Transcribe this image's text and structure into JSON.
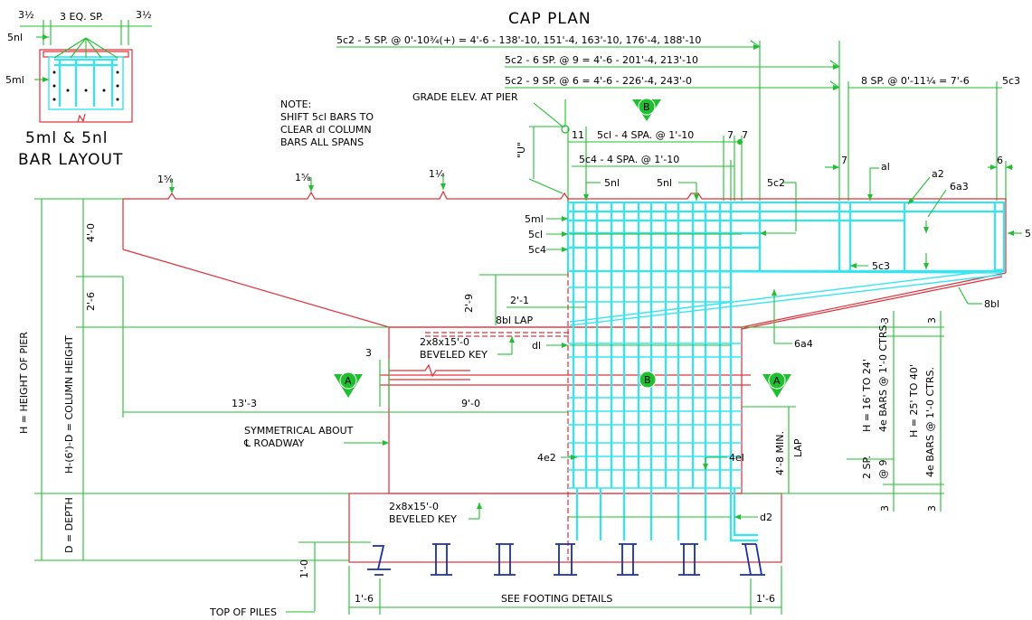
{
  "titles": {
    "cap_plan": "CAP PLAN",
    "layout_line1": "5ml & 5nl",
    "layout_line2": "BAR LAYOUT"
  },
  "detail": {
    "left_dim": "3½",
    "mid_dim": "3 EQ. SP.",
    "right_dim": "3½",
    "bar_5nl": "5nl",
    "bar_5ml": "5ml"
  },
  "notes": {
    "line1": "NOTE:",
    "line2": "SHIFT 5cl BARS TO",
    "line3": "CLEAR dl COLUMN",
    "line4": "BARS ALL SPANS"
  },
  "spacing": {
    "row1": "5c2 - 5 SP. @ 0'-10¾(+) = 4'-6 - 138'-10, 151'-4, 163'-10, 176'-4, 188'-10",
    "row2": "5c2 - 6 SP. @ 9 = 4'-6 - 201'-4, 213'-10",
    "row3": "5c2 - 9 SP. @ 6 = 4'-6 - 226'-4, 243'-0",
    "row4": "8 SP. @ 0'-11¼ = 7'-6",
    "row4_bar": "5c3",
    "cl_row": "5cl - 4 SPA. @ 1'-10",
    "c4_row": "5c4 - 4 SPA. @ 1'-10",
    "dim_11": "11",
    "dim_7a": "7",
    "dim_7b": "7",
    "dim_7c": "7",
    "dim_6": "6",
    "dim_5": "5",
    "dim_u": "\"U\""
  },
  "labels": {
    "grade_elev": "GRADE ELEV. AT PIER",
    "section_b": "B",
    "section_a": "A",
    "slope1": "1⅝",
    "slope2": "1⅝",
    "slope3": "1¼",
    "bars": {
      "5nl_a": "5nl",
      "5nl_b": "5nl",
      "5c2": "5c2",
      "al": "al",
      "a2": "a2",
      "6a3": "6a3",
      "5ml": "5ml",
      "5cl": "5cl",
      "5c4": "5c4",
      "5c3": "5c3",
      "8bl": "8bl",
      "6a4": "6a4",
      "dl": "dl",
      "4e2": "4e2",
      "4el": "4el",
      "d2": "d2"
    },
    "dims": {
      "h4_0": "4'-0",
      "h2_6": "2'-6",
      "h2_9": "2'-9",
      "lap2_1": "2'-1",
      "lap_8bl": "8bl LAP",
      "key_top_1": "2x8x15'-0",
      "key_top_2": "BEVELED KEY",
      "key_bot_1": "2x8x15'-0",
      "key_bot_2": "BEVELED KEY",
      "d3": "3",
      "d13_3": "13'-3",
      "d9_0": "9'-0",
      "sym1": "SYMMETRICAL ABOUT",
      "sym2": "℄ ROADWAY",
      "lap_min": "4'-8 MIN.",
      "lap": "LAP",
      "pier_h": "H = HEIGHT OF PIER",
      "col_h": "H-(6')-D = COLUMN HEIGHT",
      "depth": "D = DEPTH",
      "d1_0": "1'-0",
      "top_piles": "TOP OF PILES",
      "d1_6a": "1'-6",
      "d1_6b": "1'-6",
      "footing": "SEE FOOTING DETAILS",
      "right_3a": "3",
      "right_3b": "3",
      "right_3c": "3",
      "right_3d": "3",
      "h16_24": "H = 16' TO 24'",
      "bars_1_0_a": "4e BARS @ 1'-0 CTRS.",
      "h25_40": "H = 25' TO 40'",
      "bars_1_0_b": "4e BARS @ 1'-0 CTRS.",
      "sp2": "2 SP.",
      "at9": "@ 9"
    }
  },
  "colors": {
    "concrete": "#e0303a",
    "dimension": "#1fbf2f",
    "rebar": "#33e6f2",
    "piles": "#1a2fa0"
  }
}
